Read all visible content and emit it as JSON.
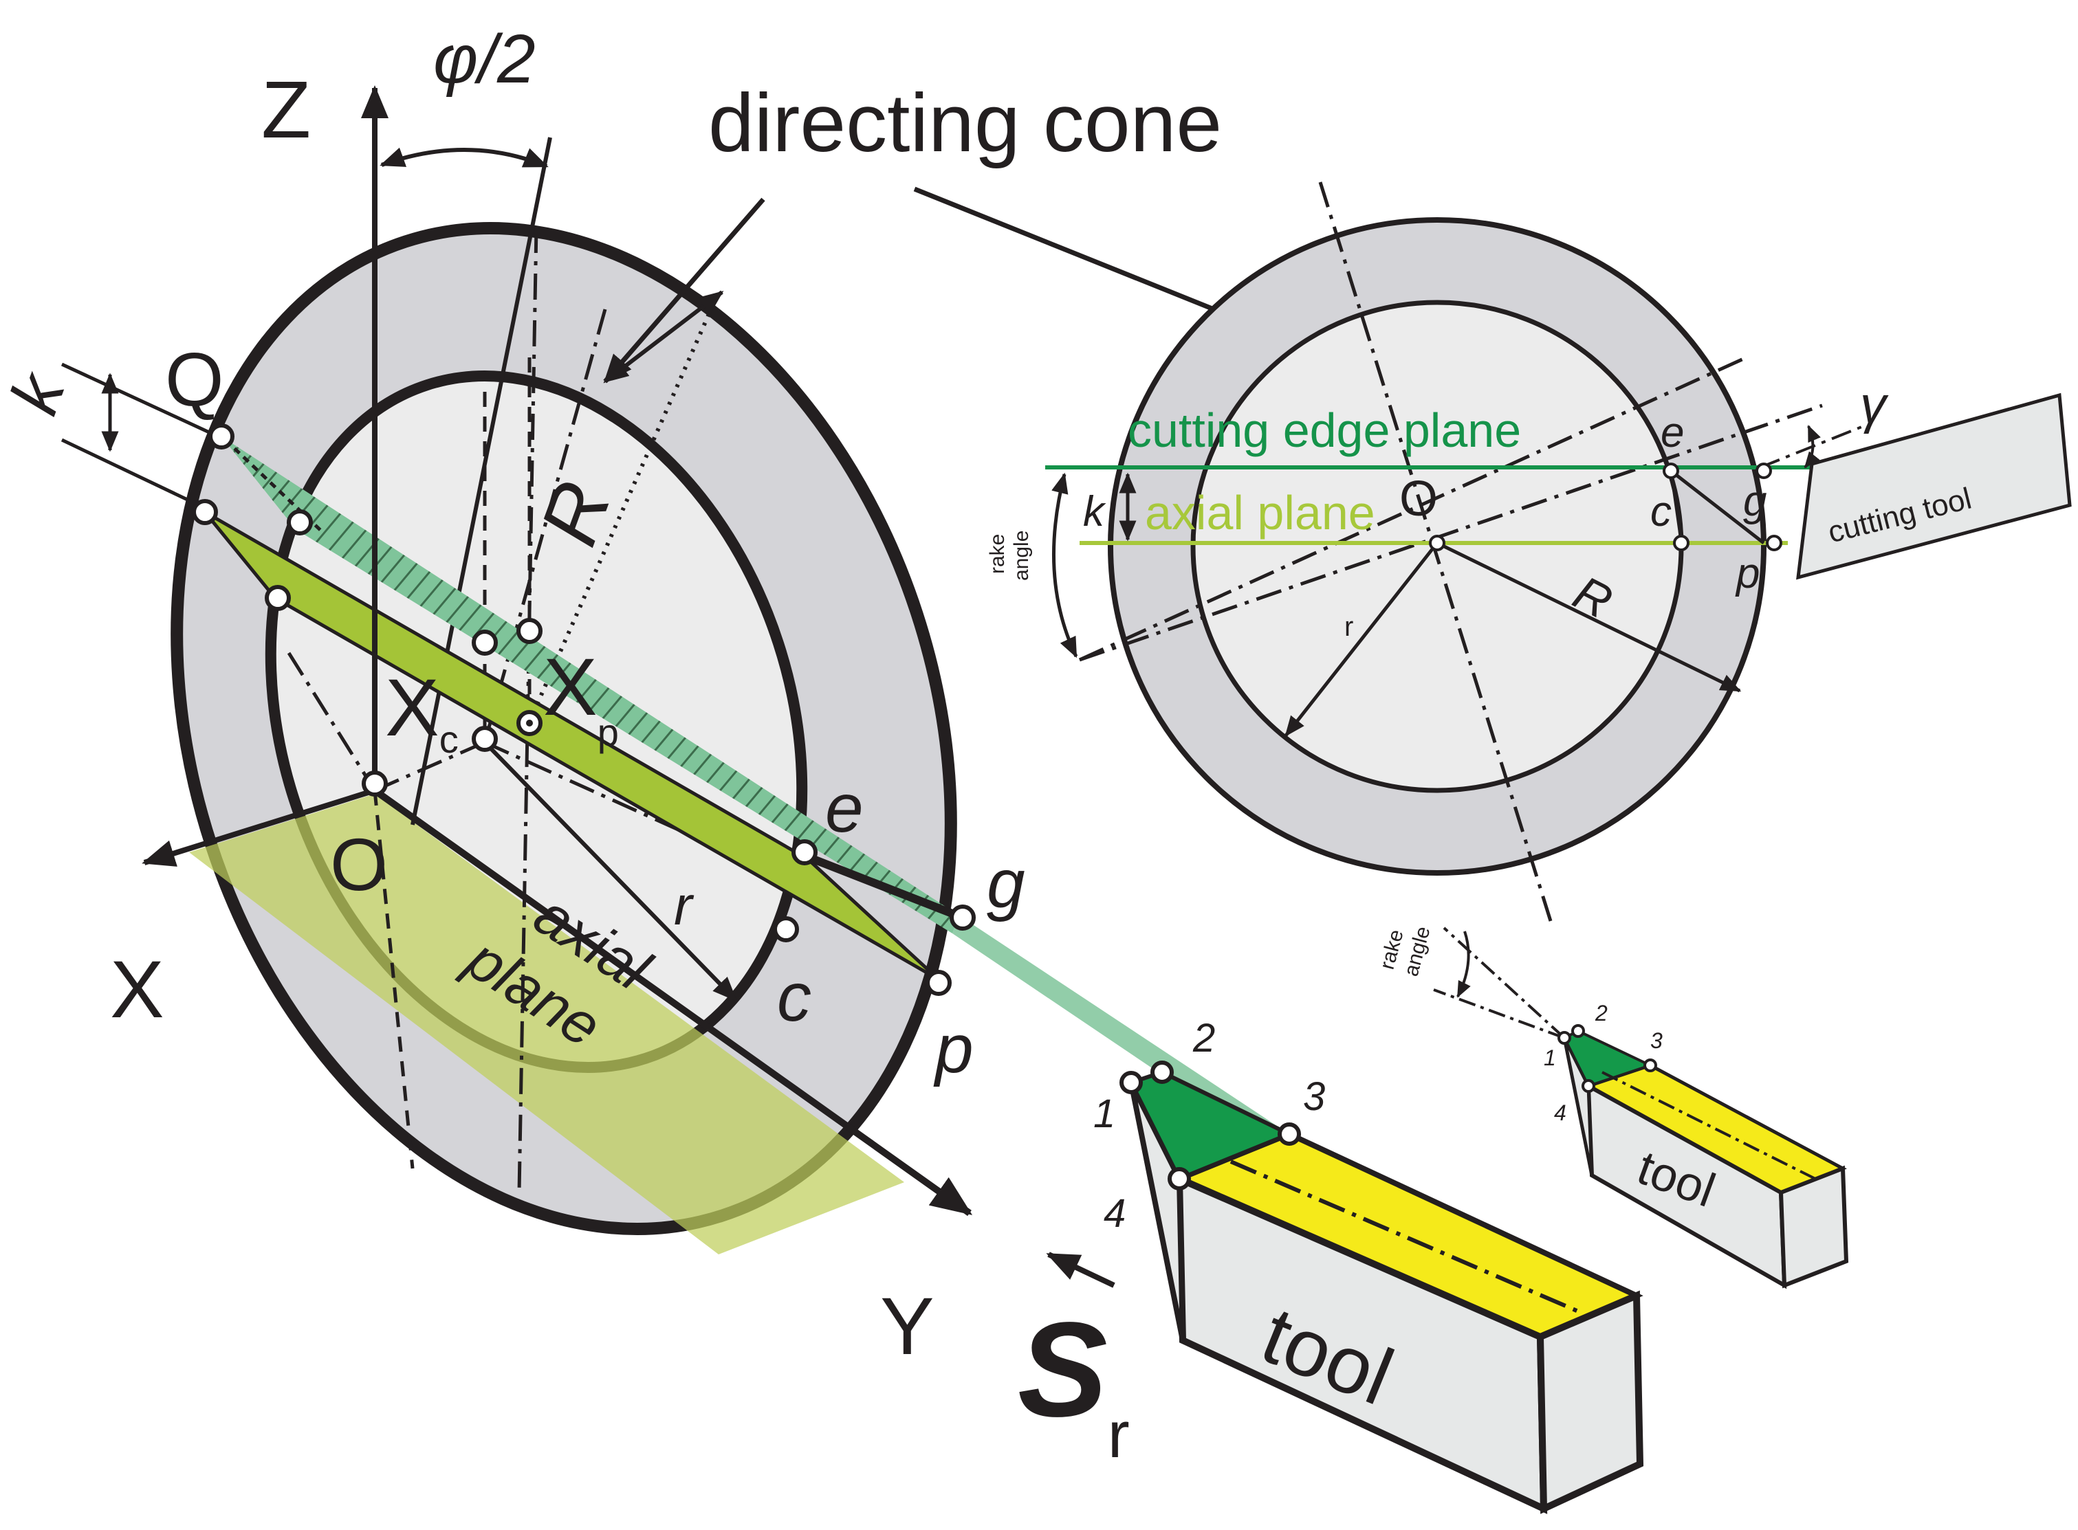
{
  "title": "directing cone",
  "colors": {
    "outline": "#231f20",
    "ring_gray": "#d4d4d8",
    "inner_gray": "#ececec",
    "axial_plane_fill": "#c2d16a",
    "axial_strip_fill": "#a4c437",
    "cutting_plane_fill": "#7fc49a",
    "rake_face_green": "#14994a",
    "tool_top_yellow": "#f5ea1a",
    "tool_side_gray": "#e6e8e8",
    "cutting_edge_line": "#15934a",
    "axial_line": "#a7c83b"
  },
  "left_view": {
    "axis_labels": {
      "z": "Z",
      "x": "X",
      "y": "Y",
      "origin": "O"
    },
    "half_angle": "φ/2",
    "points": {
      "q": "Q",
      "k": "k",
      "xc_main": "X",
      "xc_sub": "c",
      "xp_main": "X",
      "xp_sub": "p",
      "e": "e",
      "g": "g",
      "c": "c",
      "p": "p",
      "r_small": "r",
      "r_big": "R"
    },
    "axial_plane_label": [
      "axial",
      "plane"
    ],
    "feed_label_main": "S",
    "feed_label_sub": "r",
    "tool": {
      "label": "tool",
      "vertex_labels": [
        "1",
        "2",
        "3",
        "4"
      ]
    }
  },
  "right_view": {
    "cutting_edge_plane": "cutting edge plane",
    "axial_plane": "axial plane",
    "origin": "O",
    "k": "k",
    "rake_angle": [
      "rake",
      "angle"
    ],
    "points": {
      "e": "e",
      "c": "c",
      "g": "g",
      "p": "p"
    },
    "r_small": "r",
    "r_big": "R",
    "gamma": "γ",
    "cutting_tool": "cutting tool"
  },
  "small_tool": {
    "label": "tool",
    "rake_angle": [
      "rake",
      "angle"
    ],
    "vertex_labels": [
      "1",
      "2",
      "3",
      "4"
    ]
  }
}
